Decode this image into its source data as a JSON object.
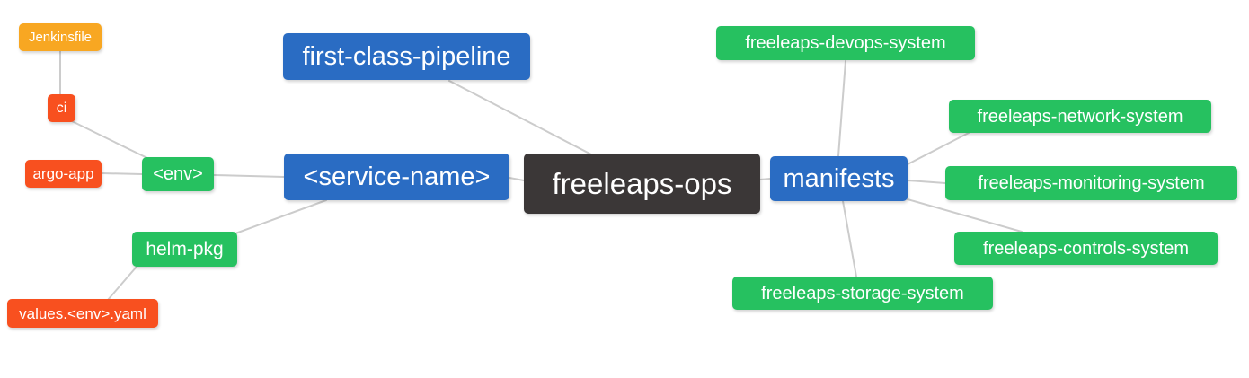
{
  "palette": {
    "blue": "#2a6cc3",
    "green": "#26c160",
    "red": "#f8501f",
    "orange": "#f8a722",
    "dark": "#3b3737",
    "edge": "#cccccc",
    "text": "#ffffff"
  },
  "diagram": {
    "type": "mindmap",
    "root": "freeleaps-ops",
    "nodes": {
      "freeleaps_ops": {
        "label": "freeleaps-ops",
        "color": "dark"
      },
      "first_class_pipeline": {
        "label": "first-class-pipeline",
        "color": "blue"
      },
      "service_name": {
        "label": "<service-name>",
        "color": "blue"
      },
      "manifests": {
        "label": "manifests",
        "color": "blue"
      },
      "env": {
        "label": "<env>",
        "color": "green"
      },
      "helm_pkg": {
        "label": "helm-pkg",
        "color": "green"
      },
      "ci": {
        "label": "ci",
        "color": "red"
      },
      "argo_app": {
        "label": "argo-app",
        "color": "red"
      },
      "jenkinsfile": {
        "label": "Jenkinsfile",
        "color": "orange"
      },
      "values_env_yaml": {
        "label": "values.<env>.yaml",
        "color": "red"
      },
      "devops_system": {
        "label": "freeleaps-devops-system",
        "color": "green"
      },
      "network_system": {
        "label": "freeleaps-network-system",
        "color": "green"
      },
      "monitoring_system": {
        "label": "freeleaps-monitoring-system",
        "color": "green"
      },
      "controls_system": {
        "label": "freeleaps-controls-system",
        "color": "green"
      },
      "storage_system": {
        "label": "freeleaps-storage-system",
        "color": "green"
      }
    },
    "edges": [
      [
        "jenkinsfile",
        "ci"
      ],
      [
        "ci",
        "env"
      ],
      [
        "argo_app",
        "env"
      ],
      [
        "env",
        "service_name"
      ],
      [
        "helm_pkg",
        "service_name"
      ],
      [
        "values_env_yaml",
        "helm_pkg"
      ],
      [
        "first_class_pipeline",
        "freeleaps_ops"
      ],
      [
        "service_name",
        "freeleaps_ops"
      ],
      [
        "freeleaps_ops",
        "manifests"
      ],
      [
        "manifests",
        "devops_system"
      ],
      [
        "manifests",
        "network_system"
      ],
      [
        "manifests",
        "monitoring_system"
      ],
      [
        "manifests",
        "controls_system"
      ],
      [
        "manifests",
        "storage_system"
      ]
    ]
  }
}
